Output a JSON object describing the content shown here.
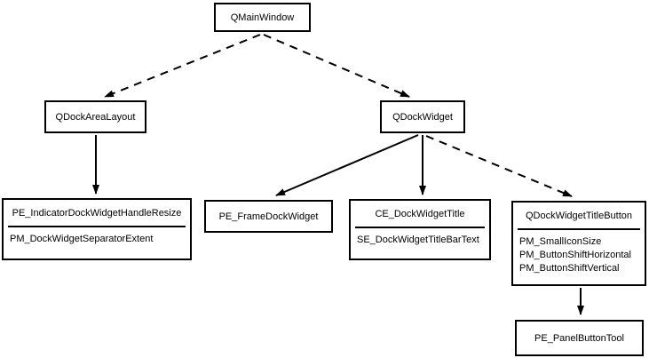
{
  "diagram": {
    "type": "uml-relationship-diagram",
    "colors": {
      "background": "#ffffff",
      "node_fill": "#ffffff",
      "node_border": "#000000",
      "edge_line": "#000000",
      "text": "#000000"
    },
    "nodes": {
      "qmainwindow": {
        "label": "QMainWindow"
      },
      "qdockarealayout": {
        "label": "QDockAreaLayout"
      },
      "qdockwidget": {
        "label": "QDockWidget"
      },
      "dock_handle_record": {
        "title": "PE_IndicatorDockWidgetHandleResize",
        "members": [
          "PM_DockWidgetSeparatorExtent"
        ]
      },
      "pe_framedockwidget": {
        "label": "PE_FrameDockWidget"
      },
      "dock_title_record": {
        "title": "CE_DockWidgetTitle",
        "members": [
          "SE_DockWidgetTitleBarText"
        ]
      },
      "title_button_record": {
        "title": "QDockWidgetTitleButton",
        "members": [
          "PM_SmallIconSize",
          "PM_ButtonShiftHorizontal",
          "PM_ButtonShiftVertical"
        ]
      },
      "pe_panelbuttontool": {
        "label": "PE_PanelButtonTool"
      }
    },
    "edges": [
      {
        "from": "QMainWindow",
        "to": "QDockAreaLayout",
        "style": "dashed"
      },
      {
        "from": "QMainWindow",
        "to": "QDockWidget",
        "style": "dashed"
      },
      {
        "from": "QDockAreaLayout",
        "to": "PE_IndicatorDockWidgetHandleResize",
        "style": "solid"
      },
      {
        "from": "QDockWidget",
        "to": "PE_FrameDockWidget",
        "style": "solid"
      },
      {
        "from": "QDockWidget",
        "to": "CE_DockWidgetTitle",
        "style": "solid"
      },
      {
        "from": "QDockWidget",
        "to": "QDockWidgetTitleButton",
        "style": "dashed"
      },
      {
        "from": "QDockWidgetTitleButton",
        "to": "PE_PanelButtonTool",
        "style": "solid"
      }
    ]
  }
}
